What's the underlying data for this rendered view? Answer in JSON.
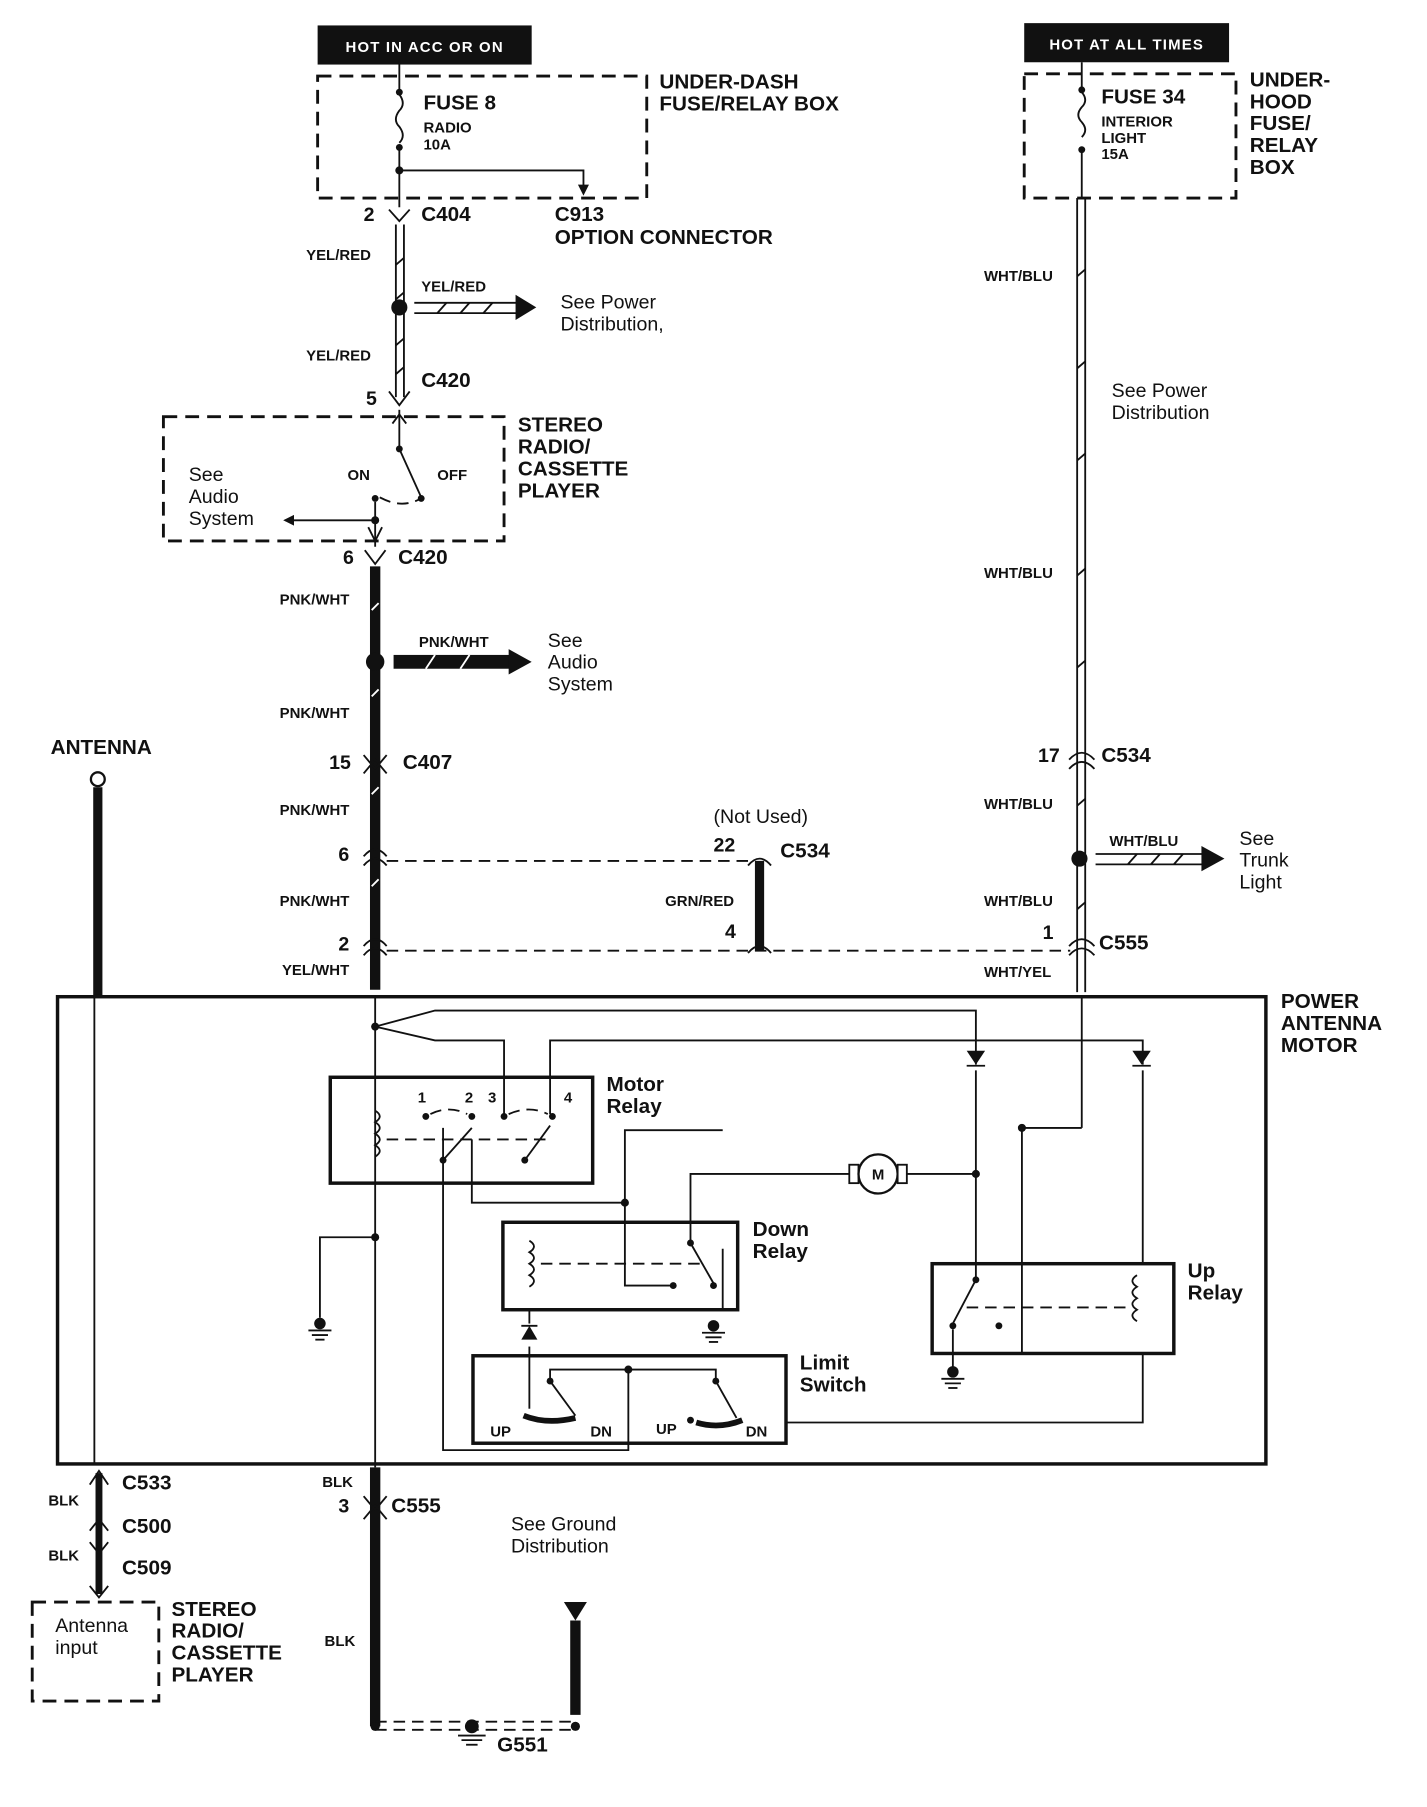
{
  "diagram": {
    "title": "Power Antenna Motor Circuit",
    "power_sources": [
      {
        "label": "HOT IN ACC OR ON"
      },
      {
        "label": "HOT AT ALL TIMES"
      }
    ],
    "fuse_boxes": [
      {
        "name": "UNDER-DASH FUSE/RELAY BOX",
        "lines": [
          "UNDER-DASH",
          "FUSE/RELAY BOX"
        ],
        "fuse": "FUSE 8",
        "fuse_desc": [
          "RADIO",
          "10A"
        ]
      },
      {
        "name": "UNDER-HOOD FUSE/RELAY BOX",
        "lines": [
          "UNDER-",
          "HOOD",
          "FUSE/",
          "RELAY",
          "BOX"
        ],
        "fuse": "FUSE 34",
        "fuse_desc": [
          "INTERIOR",
          "LIGHT",
          "15A"
        ]
      }
    ],
    "connectors": {
      "c404": {
        "name": "C404",
        "pin": "2"
      },
      "c913": {
        "name": "C913",
        "desc": "OPTION CONNECTOR"
      },
      "c420_top": {
        "name": "C420",
        "pin": "5"
      },
      "c420_bot": {
        "name": "C420",
        "pin": "6"
      },
      "c407": {
        "name": "C407",
        "pin": "15"
      },
      "c534_left": {
        "pin": "6"
      },
      "c534_mid": {
        "name": "C534",
        "pin": "22",
        "note": "(Not Used)"
      },
      "c534_right": {
        "name": "C534",
        "pin": "17"
      },
      "c555_left": {
        "pin": "2"
      },
      "c555_mid": {
        "pin": "4"
      },
      "c555_right": {
        "name": "C555",
        "pin": "1"
      },
      "c555_ground": {
        "name": "C555",
        "pin": "3"
      },
      "c533": {
        "name": "C533"
      },
      "c500": {
        "name": "C500"
      },
      "c509": {
        "name": "C509"
      },
      "g551": {
        "name": "G551"
      }
    },
    "wire_labels": {
      "yel_red": "YEL/RED",
      "pnk_wht": "PNK/WHT",
      "wht_blu": "WHT/BLU",
      "grn_red": "GRN/RED",
      "yel_wht": "YEL/WHT",
      "wht_yel": "WHT/YEL",
      "blk": "BLK"
    },
    "references": {
      "power_dist_1": [
        "See Power",
        "Distribution,"
      ],
      "power_dist_2": [
        "See Power",
        "Distribution"
      ],
      "audio_1": [
        "See",
        "Audio",
        "System"
      ],
      "audio_2": [
        "See",
        "Audio",
        "System"
      ],
      "trunk": [
        "See",
        "Trunk",
        "Light"
      ],
      "ground": [
        "See Ground",
        "Distribution"
      ]
    },
    "stereo_top": {
      "lines": [
        "STEREO",
        "RADIO/",
        "CASSETTE",
        "PLAYER"
      ],
      "switch_on": "ON",
      "switch_off": "OFF"
    },
    "stereo_bottom": {
      "lines": [
        "STEREO",
        "RADIO/",
        "CASSETTE",
        "PLAYER"
      ],
      "input": [
        "Antenna",
        "input"
      ]
    },
    "antenna": {
      "label": "ANTENNA"
    },
    "motor_unit": {
      "lines": [
        "POWER",
        "ANTENNA",
        "MOTOR"
      ]
    },
    "motor_relay": {
      "lines": [
        "Motor",
        "Relay"
      ],
      "pins": [
        "1",
        "2",
        "3",
        "4"
      ]
    },
    "down_relay": {
      "lines": [
        "Down",
        "Relay"
      ]
    },
    "up_relay": {
      "lines": [
        "Up",
        "Relay"
      ]
    },
    "limit_switch": {
      "lines": [
        "Limit",
        "Switch"
      ],
      "contacts": [
        "UP",
        "DN",
        "UP",
        "DN"
      ]
    },
    "motor_symbol": "M"
  }
}
